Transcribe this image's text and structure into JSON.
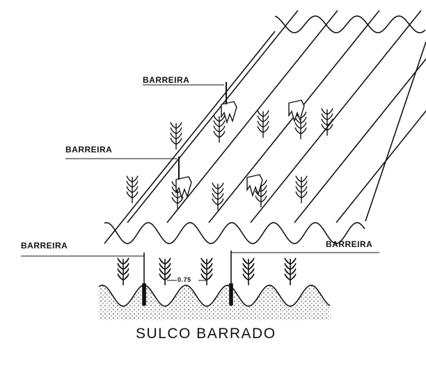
{
  "labels": {
    "barrier_top_1": "BARREIRA",
    "barrier_top_2": "BARREIRA",
    "barrier_left": "BARREIRA",
    "barrier_right": "BARREIRA",
    "spacing": "0.75",
    "title": "SULCO BARRADO"
  },
  "colors": {
    "ink": "#111111",
    "background": "#ffffff"
  }
}
